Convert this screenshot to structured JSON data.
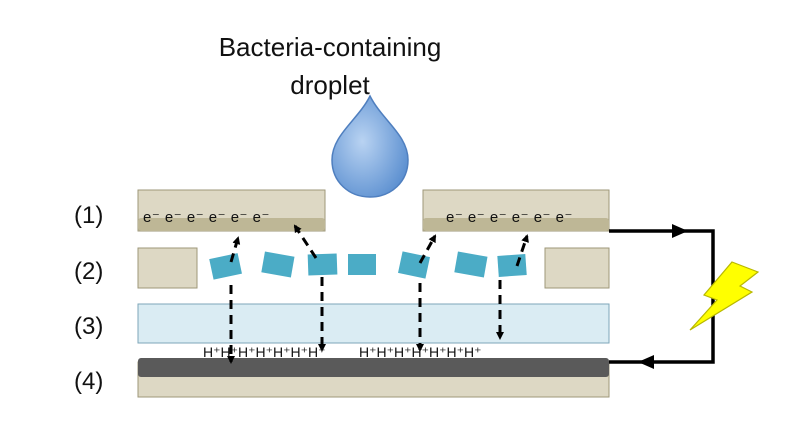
{
  "title": {
    "line1": "Bacteria-containing",
    "line2": "droplet"
  },
  "layers": [
    "(1)",
    "(2)",
    "(3)",
    "(4)"
  ],
  "electrons_left": "e⁻ e⁻ e⁻ e⁻ e⁻ e⁻",
  "electrons_right": "e⁻ e⁻ e⁻ e⁻ e⁻ e⁻",
  "protons_left": "H⁺H⁺H⁺H⁺H⁺H⁺H⁺",
  "protons_right": "H⁺H⁺H⁺H⁺H⁺H⁺H⁺",
  "colors": {
    "layer_beige": "#ddd8c4",
    "electrode_strip": "#beb796",
    "membrane": "#daecf3",
    "cathode": "#5a5a5a",
    "bacteria": "#4bacc6",
    "droplet": "#6f9ed6",
    "lightning": "#ffff00",
    "wire": "#000000"
  },
  "icons": [
    "droplet-icon",
    "lightning-bolt-icon",
    "bacteria-cell-icon"
  ]
}
